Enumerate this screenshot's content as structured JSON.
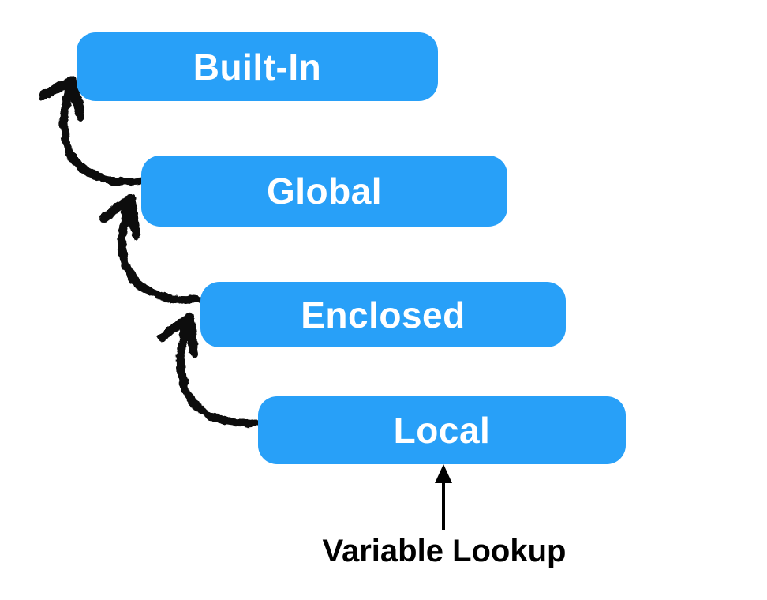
{
  "diagram": {
    "boxes": [
      {
        "id": "built-in",
        "label": "Built-In"
      },
      {
        "id": "global",
        "label": "Global"
      },
      {
        "id": "enclosed",
        "label": "Enclosed"
      },
      {
        "id": "local",
        "label": "Local"
      }
    ],
    "arrows": [
      {
        "from": "Global",
        "to": "Built-In",
        "style": "hand-drawn-curve"
      },
      {
        "from": "Enclosed",
        "to": "Global",
        "style": "hand-drawn-curve"
      },
      {
        "from": "Local",
        "to": "Enclosed",
        "style": "hand-drawn-curve"
      },
      {
        "from": "Variable Lookup",
        "to": "Local",
        "style": "straight"
      }
    ],
    "caption": "Variable Lookup",
    "colors": {
      "box_fill": "#28a0f8",
      "box_text": "#ffffff",
      "arrow": "#0d0d0d",
      "caption_text": "#000000",
      "background": "#ffffff"
    }
  }
}
